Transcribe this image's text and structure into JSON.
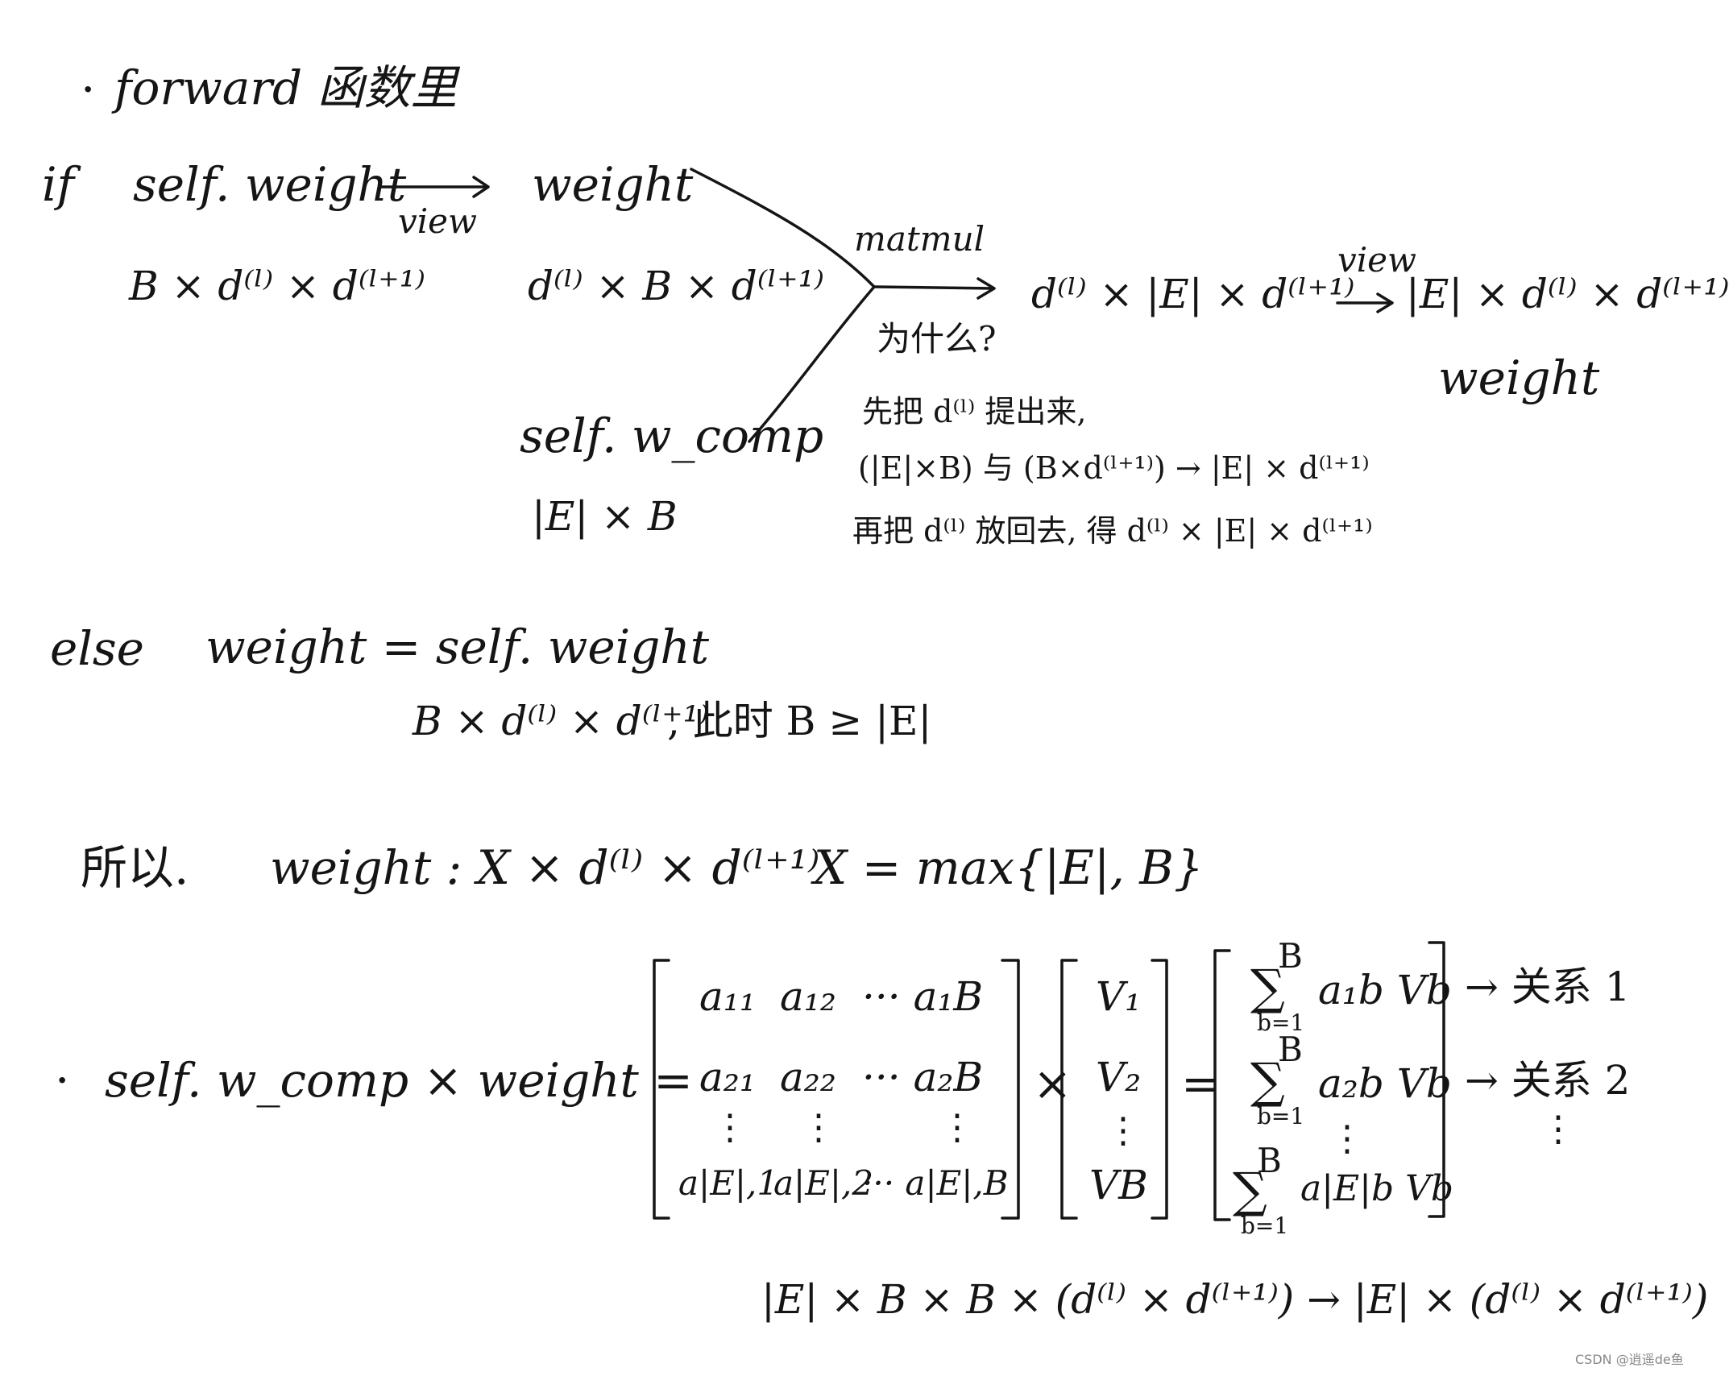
{
  "bullet_symbol": "·",
  "heading": "forward 函数里",
  "if_section": {
    "keyword": "if",
    "source_name": "self. weight",
    "source_shape": "B × d⁽ˡ⁾ × d⁽ˡ⁺¹⁾",
    "arrow_label": "view",
    "reshaped_name": "weight",
    "reshaped_shape": "d⁽ˡ⁾ × B × d⁽ˡ⁺¹⁾",
    "comp_name": "self. w_comp",
    "comp_shape": "|E| × B",
    "op_label": "matmul",
    "question": "为什么?",
    "result_shape": "d⁽ˡ⁾ × |E| × d⁽ˡ⁺¹⁾",
    "second_arrow_label": "view",
    "final_shape": "|E| × d⁽ˡ⁾ × d⁽ˡ⁺¹⁾",
    "final_name": "weight",
    "explanation": [
      "先把 d⁽ˡ⁾ 提出来,",
      "(|E|×B) 与 (B×d⁽ˡ⁺¹⁾) → |E| × d⁽ˡ⁺¹⁾",
      "再把 d⁽ˡ⁾ 放回去, 得 d⁽ˡ⁾ × |E| × d⁽ˡ⁺¹⁾"
    ]
  },
  "else_section": {
    "keyword": "else",
    "statement": "weight = self. weight",
    "shape": "B × d⁽ˡ⁾ × d⁽ˡ⁺¹⁾",
    "condition": ", 此时 B ≥ |E|"
  },
  "summary": {
    "lead": "所以.",
    "statement": "weight : X × d⁽ˡ⁾ × d⁽ˡ⁺¹⁾",
    "definition": "X = max{|E|, B}"
  },
  "product": {
    "lhs": "self. w_comp  ×  weight  =",
    "coefficient_matrix": [
      [
        "a₁₁",
        "a₁₂",
        "··· a₁B"
      ],
      [
        "a₂₁",
        "a₂₂",
        "··· a₂B"
      ],
      [
        "a|E|,1",
        "a|E|,2",
        "··· a|E|,B"
      ]
    ],
    "times": "×",
    "vector": [
      "V₁",
      "V₂",
      "VB"
    ],
    "equals": "=",
    "sum_limit_upper": "B",
    "sum_limit_lower": "b=1",
    "sum_terms": [
      "a₁b Vb",
      "a₂b Vb",
      "a|E|b Vb"
    ],
    "relation_labels": [
      "→ 关系 1",
      "→ 关系 2"
    ],
    "bottom_formula": "|E| × B     ×     B × (d⁽ˡ⁾ × d⁽ˡ⁺¹⁾)   → |E| × (d⁽ˡ⁾ × d⁽ˡ⁺¹⁾)"
  },
  "watermark": "CSDN @逍遥de鱼"
}
